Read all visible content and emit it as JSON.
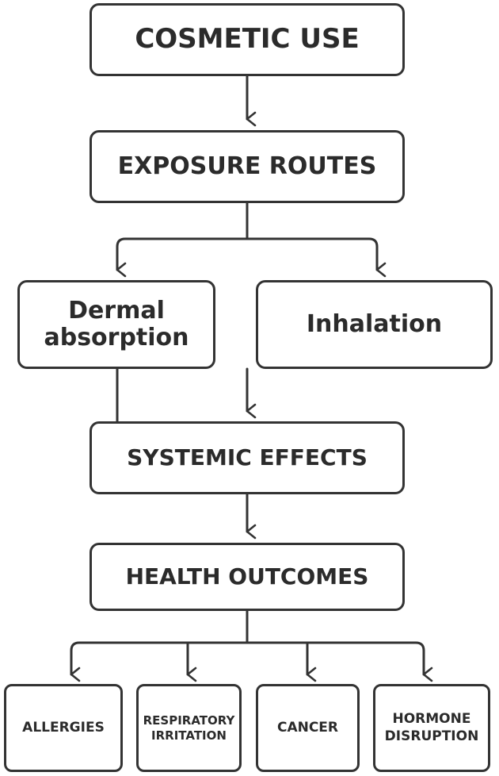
{
  "nodes": {
    "cosmetic_use": "COSMETIC USE",
    "exposure_routes": "EXPOSURE ROUTES",
    "dermal_line1": "Dermal",
    "dermal_line2": "absorption",
    "inhalation": "Inhalation",
    "systemic_effects": "SYSTEMIC EFFECTS",
    "health_outcomes": "HEALTH OUTCOMES",
    "allergies": "ALLERGIES",
    "respiratory_line1": "RESPIRATORY",
    "respiratory_line2": "IRRITATION",
    "cancer": "CANCER",
    "hormone_line1": "HORMONE",
    "hormone_line2": "DISRUPTION"
  },
  "colors": {
    "stroke": "#333333",
    "text": "#2b2b2b",
    "background": "#ffffff"
  }
}
